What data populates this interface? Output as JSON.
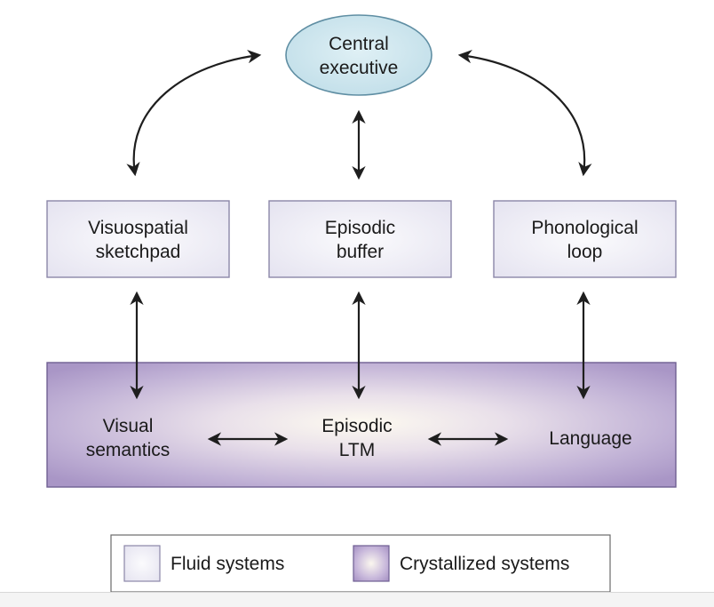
{
  "nodes": {
    "central_executive": {
      "line1": "Central",
      "line2": "executive"
    },
    "visuospatial": {
      "line1": "Visuospatial",
      "line2": "sketchpad"
    },
    "episodic_buffer": {
      "line1": "Episodic",
      "line2": "buffer"
    },
    "phonological": {
      "line1": "Phonological",
      "line2": "loop"
    },
    "visual_semantics": {
      "line1": "Visual",
      "line2": "semantics"
    },
    "episodic_ltm": {
      "line1": "Episodic",
      "line2": "LTM"
    },
    "language": {
      "line1": "Language"
    }
  },
  "legend": {
    "fluid": "Fluid systems",
    "crystallized": "Crystallized systems"
  },
  "colors": {
    "ellipse_fill": "#cfe6ee",
    "ellipse_stroke": "#5f8ea3",
    "box_fill": "#ecebf5",
    "box_stroke": "#8b87a8",
    "crystal_center": "#fbf8ee",
    "crystal_edge": "#a491c2",
    "crystal_stroke": "#6f5f92"
  }
}
